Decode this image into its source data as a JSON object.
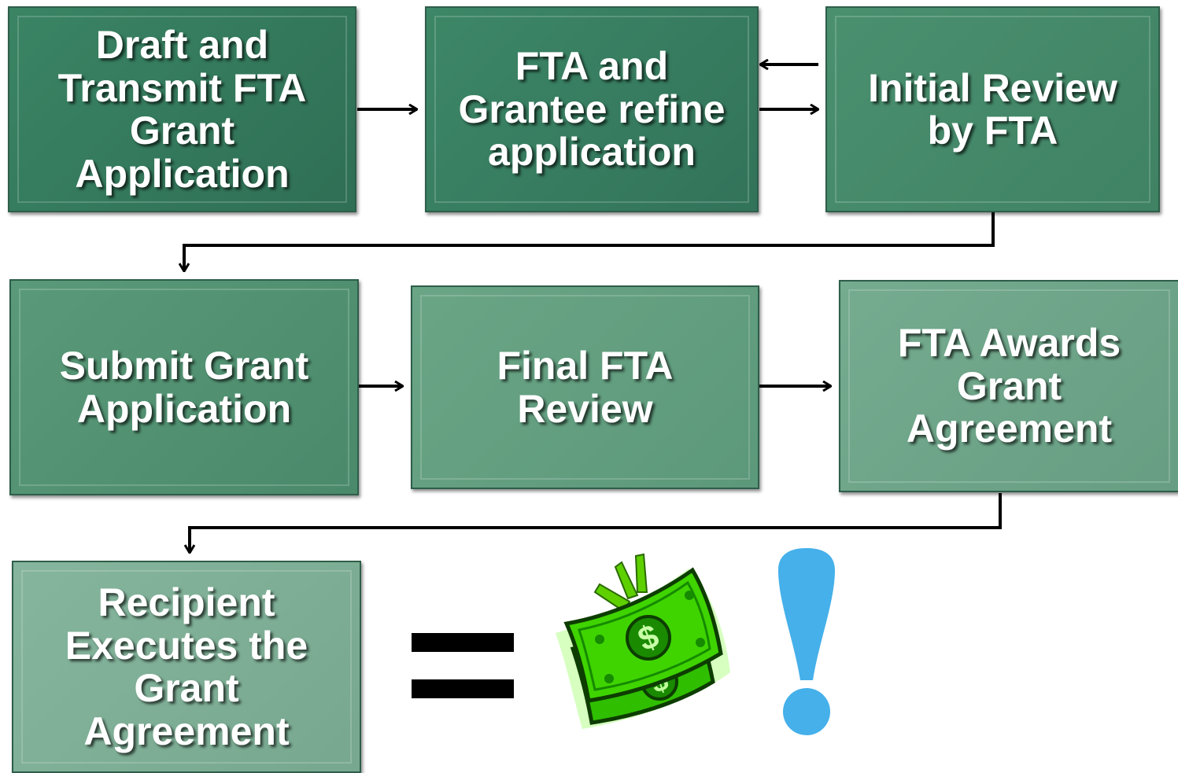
{
  "diagram": {
    "steps": [
      {
        "id": "draft",
        "label": "Draft and Transmit FTA Grant Application"
      },
      {
        "id": "refine",
        "label": "FTA and Grantee refine application"
      },
      {
        "id": "initial",
        "label": "Initial Review by FTA"
      },
      {
        "id": "submit",
        "label": "Submit Grant Application"
      },
      {
        "id": "final",
        "label": "Final FTA Review"
      },
      {
        "id": "awards",
        "label": "FTA Awards Grant Agreement"
      },
      {
        "id": "recipient",
        "label": "Recipient Executes the Grant Agreement"
      }
    ],
    "equation": {
      "operator": "=",
      "money_icon": "money-bills-icon",
      "exclamation_icon": "exclamation-icon"
    },
    "colors": {
      "box_dark": "#2f6f55",
      "box_light": "#86b59d",
      "money_green": "#22cc00",
      "exclamation_blue": "#45b0ea",
      "arrow": "#000000"
    }
  }
}
